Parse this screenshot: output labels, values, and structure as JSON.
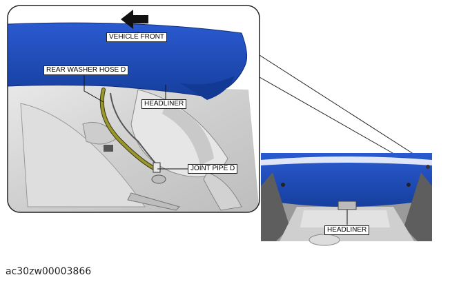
{
  "labels": {
    "vehicle_front": "VEHICLE FRONT",
    "rear_washer_hose": "REAR WASHER HOSE D",
    "headliner_detail": "HEADLINER",
    "joint_pipe": "JOINT PIPE D",
    "headliner_overview": "HEADLINER"
  },
  "figure_id": "ac30zw00003866",
  "colors": {
    "headliner_blue": "#1f4fbf",
    "hose_olive": "#8b8a2a",
    "panel_gray": "#d9d9d9",
    "outline": "#222222"
  },
  "icons": {
    "direction_arrow": "arrow-left-icon"
  }
}
